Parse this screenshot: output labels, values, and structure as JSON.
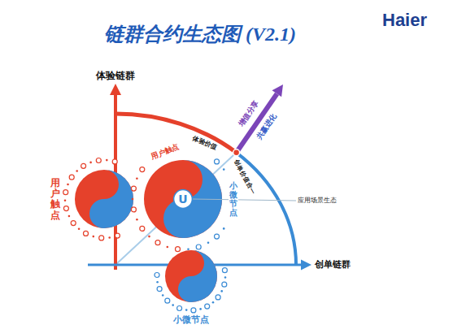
{
  "diagram": {
    "title": "链群合约生态图 (V2.1)",
    "nodes": [
      {
        "text": [
          "用户触点"
        ]
      },
      {
        "text": [
          "用户触点",
          "小微节点"
        ]
      },
      {
        "text": [
          "U"
        ],
        "in": 1
      },
      {
        "text": [
          "小微节点"
        ]
      }
    ],
    "labels": [
      "Haier",
      "体验链群",
      "创单链群",
      "增值分享",
      "共赢进化",
      "体验价值",
      "创单价值合一",
      "应用场景生态"
    ]
  }
}
